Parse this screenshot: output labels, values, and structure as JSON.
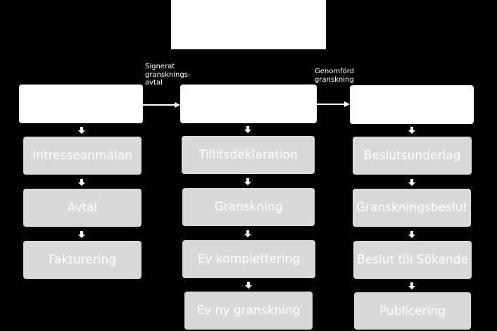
{
  "header_box_text": "",
  "phases": [
    {
      "title": "",
      "steps": [
        "Intresseanmälan",
        "Avtal",
        "Fakturering"
      ]
    },
    {
      "title": "",
      "steps": [
        "Tillitsdeklaration",
        "Granskning",
        "Ev komplettering",
        "Ev ny granskning"
      ]
    },
    {
      "title": "",
      "steps": [
        "Beslutsunderlag",
        "Granskningsbeslut",
        "Beslut till Sökande",
        "Publicering"
      ]
    }
  ],
  "transitions": [
    {
      "label_lines": [
        "Signerat",
        "gransknings-",
        "avtal"
      ]
    },
    {
      "label_lines": [
        "Genomförd",
        "granskning"
      ]
    }
  ],
  "colors": {
    "background": "#000000",
    "box": "#ffffff",
    "step": "#d9d9d9",
    "step_text": "#ffffff"
  }
}
